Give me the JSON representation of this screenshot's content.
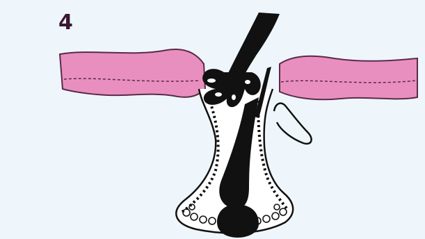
{
  "figure": {
    "step_number": "4",
    "colors": {
      "background": "#eef6fb",
      "skin": "#e98fbf",
      "skin_outline": "#5a2a48",
      "ink": "#111111",
      "step_number": "#3a1830"
    },
    "parts": [
      "skin-left",
      "skin-right",
      "hair-shaft",
      "hair-bulb",
      "follicle",
      "sebaceous-gland"
    ]
  }
}
